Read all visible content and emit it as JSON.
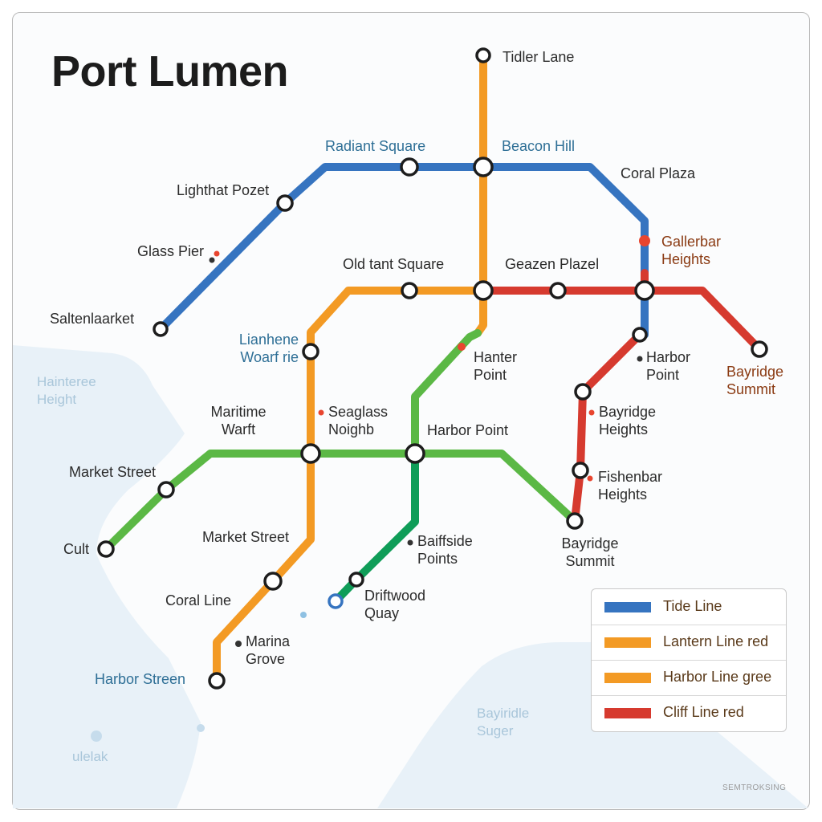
{
  "map": {
    "title": "Port Lumen",
    "credit": "SEMTROKSING",
    "water_labels": [
      "Hainteree Height",
      "Bayiridle Suger",
      "ulelak"
    ],
    "lines": [
      {
        "name": "Tide Line",
        "color": "#3674c0"
      },
      {
        "name": "Lantern Line red",
        "color": "#f39a24"
      },
      {
        "name": "Harbor Line gree",
        "color": "#f39a24"
      },
      {
        "name": "Cliff Line red",
        "color": "#d63a2f"
      }
    ],
    "route_colors": {
      "blue": "#3674c0",
      "orange": "#f39a24",
      "red": "#d63a2f",
      "green": "#5bb845",
      "teal": "#0f9d58"
    },
    "stations": [
      "Tidler Lane",
      "Radiant Square",
      "Beacon Hill",
      "Coral Plaza",
      "Lighthat Pozet",
      "Glass Pier",
      "Gallerbar Heights",
      "Old tant Square",
      "Geazen Plazel",
      "Saltenlaarket",
      "Lianhene Woarf rie",
      "Hanter Point",
      "Harbor Point",
      "Bayridge Summit",
      "Bayridge Heights",
      "Maritime Warft",
      "Seaglass Noighb",
      "Harbor Point",
      "Market Street",
      "Fishenbar Heights",
      "Cult",
      "Market Street",
      "Baiffside Points",
      "Bayridge Summit",
      "Driftwood Quay",
      "Coral Line",
      "Marina Grove",
      "Harbor Streen"
    ]
  }
}
